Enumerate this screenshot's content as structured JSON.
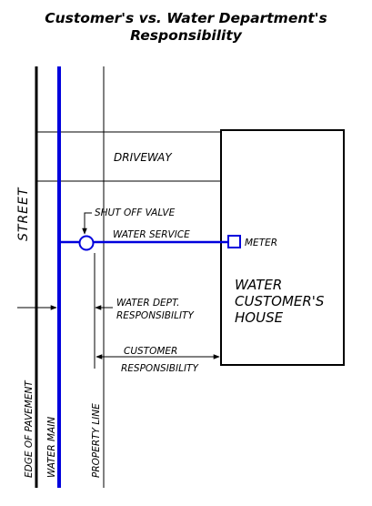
{
  "title_line1": "Customer's vs. Water Department's",
  "title_line2": "Responsibility",
  "labels": {
    "driveway": "DRIVEWAY",
    "street": "STREET",
    "shut_off_valve": "SHUT OFF VALVE",
    "water_service": "WATER SERVICE",
    "meter": "METER",
    "house_line1": "WATER",
    "house_line2": "CUSTOMER'S",
    "house_line3": "HOUSE",
    "water_dept_line1": "WATER DEPT.",
    "water_dept_line2": "RESPONSIBILITY",
    "customer_line1": "CUSTOMER",
    "customer_line2": "RESPONSIBILITY",
    "edge_of_pavement": "EDGE OF PAVEMENT",
    "water_main": "WATER MAIN",
    "property_line": "PROPERTY LINE"
  },
  "colors": {
    "pipe": "#0000dd",
    "line": "#000000",
    "background": "#ffffff"
  }
}
